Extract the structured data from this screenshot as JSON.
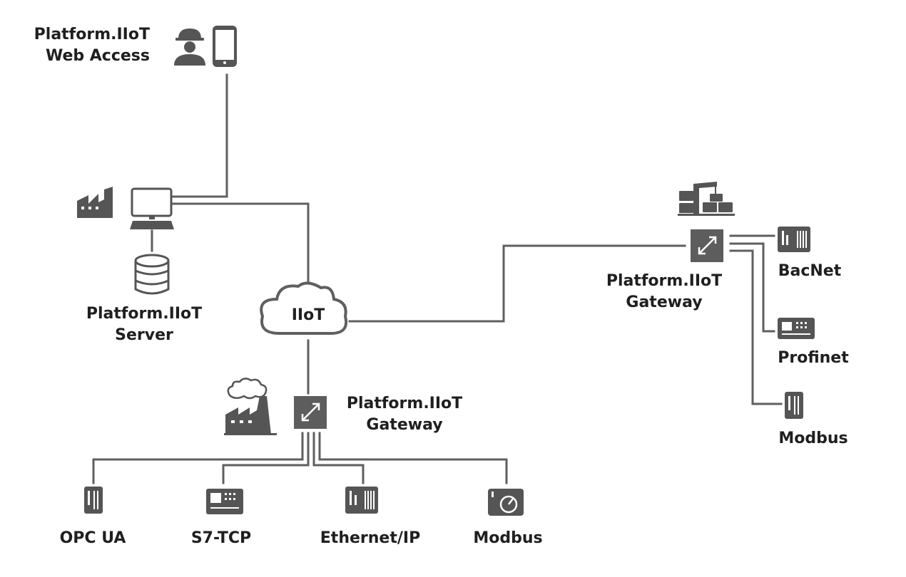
{
  "labels": {
    "web_access": [
      "Platform.IIoT",
      "Web Access"
    ],
    "server": [
      "Platform.IIoT",
      "Server"
    ],
    "cloud": "IIoT",
    "gateway_right": [
      "Platform.IIoT",
      "Gateway"
    ],
    "gateway_bottom": [
      "Platform.IIoT",
      "Gateway"
    ],
    "right_protocols": [
      "BacNet",
      "Profinet",
      "Modbus"
    ],
    "bottom_protocols": [
      "OPC UA",
      "S7-TCP",
      "Ethernet/IP",
      "Modbus"
    ]
  },
  "colors": {
    "line": "#5f5f5f",
    "icon": "#555555",
    "text": "#1f1f1f",
    "gateway_fill": "#5d5d5d"
  }
}
